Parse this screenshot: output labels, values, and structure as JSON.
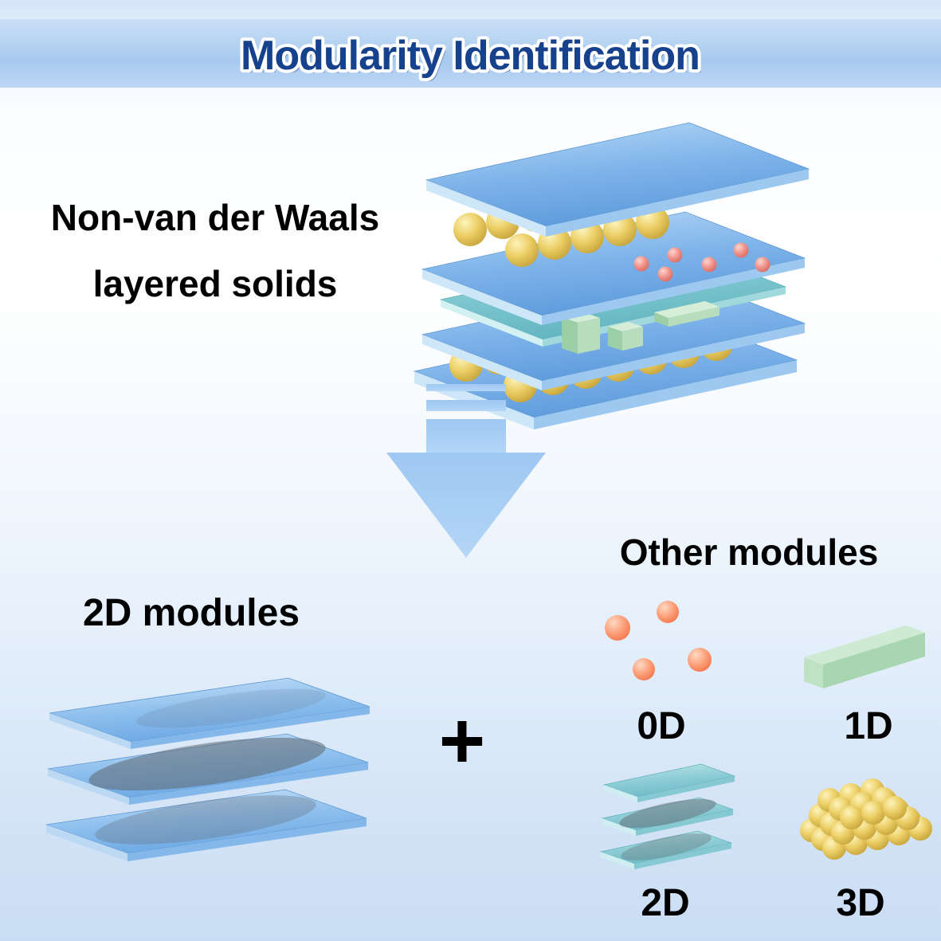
{
  "title": "Modularity Identification",
  "source_label": {
    "line1": "Non-van der Waals",
    "line2": "layered solids"
  },
  "flow": {
    "plus_sign": "+"
  },
  "modules_2d": {
    "label": "2D modules"
  },
  "other_modules": {
    "heading": "Other modules",
    "items": [
      {
        "label": "0D"
      },
      {
        "label": "1D"
      },
      {
        "label": "2D"
      },
      {
        "label": "3D"
      }
    ]
  },
  "colors": {
    "title_text": "#16418c",
    "banner_blue": "#b3d2f2",
    "arrow_blue": "#a6cdf4",
    "slab_blue": "#7fb4ea",
    "slab_teal": "#8fd0d8",
    "atom_yellow": "#e8c95a",
    "atom_red": "#e8837a",
    "atom_orange": "#f4794e",
    "module_green": "#aed8b5",
    "label_text": "#000000"
  },
  "icons": {
    "down_arrow": "↓"
  }
}
